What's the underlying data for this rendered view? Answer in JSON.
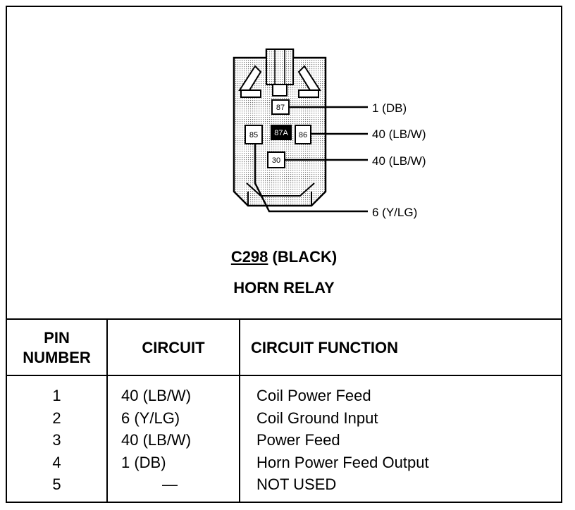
{
  "connector": {
    "id": "C298",
    "color_note": "(BLACK)",
    "name": "HORN RELAY",
    "pin_labels": {
      "p87": "87",
      "p87a": "87A",
      "p85": "85",
      "p86": "86",
      "p30": "30"
    },
    "wire_labels": [
      "1 (DB)",
      "40 (LB/W)",
      "40 (LB/W)",
      "6 (Y/LG)"
    ]
  },
  "table": {
    "headers": {
      "pin_line1": "PIN",
      "pin_line2": "NUMBER",
      "circuit": "CIRCUIT",
      "function": "CIRCUIT FUNCTION"
    },
    "rows": [
      {
        "pin": "1",
        "circuit": "40 (LB/W)",
        "function": "Coil Power Feed"
      },
      {
        "pin": "2",
        "circuit": "6 (Y/LG)",
        "function": "Coil Ground Input"
      },
      {
        "pin": "3",
        "circuit": "40 (LB/W)",
        "function": "Power Feed"
      },
      {
        "pin": "4",
        "circuit": "1 (DB)",
        "function": "Horn Power Feed Output"
      },
      {
        "pin": "5",
        "circuit": "—",
        "function": "NOT USED"
      }
    ]
  }
}
